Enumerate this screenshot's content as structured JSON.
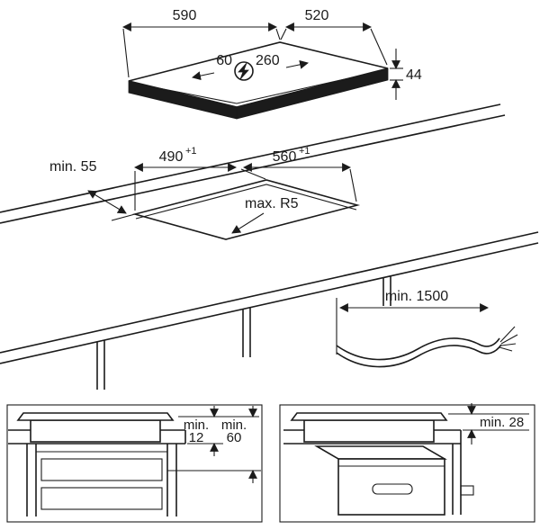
{
  "colors": {
    "line": "#1b1b1b",
    "background": "#ffffff"
  },
  "hob_top": {
    "width": "590",
    "depth": "520",
    "thickness": "44",
    "connection_left": "60",
    "connection_right": "260",
    "connection_icon": "lightning-bolt-in-circle"
  },
  "cutout": {
    "rear_clearance": "min. 55",
    "width": "490",
    "width_tolerance": "+1",
    "depth": "560",
    "depth_tolerance": "+1",
    "corner_radius": "max. R5"
  },
  "cable": {
    "min_length": "min. 1500"
  },
  "sections": {
    "drawer": {
      "d1_min": "min.",
      "d1_val": "12",
      "d2_min": "min.",
      "d2_val": "60"
    },
    "oven": {
      "clearance": "min. 28"
    }
  }
}
